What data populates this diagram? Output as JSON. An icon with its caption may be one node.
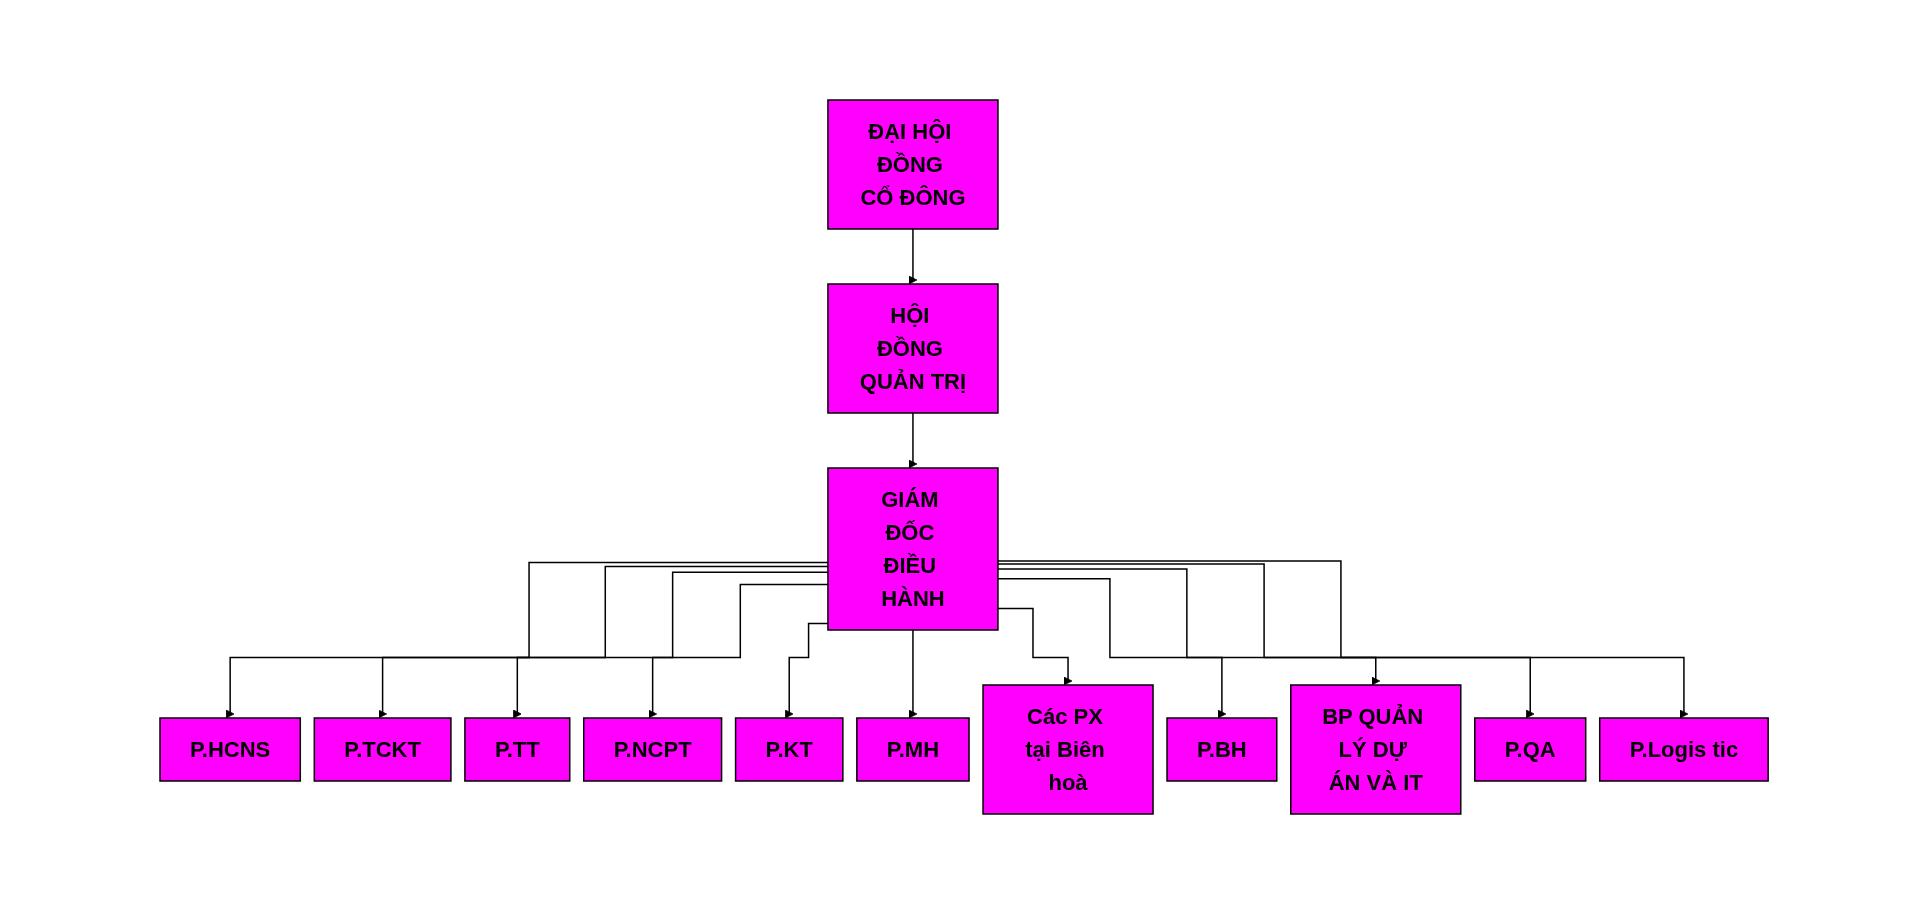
{
  "diagram": {
    "nodes": [
      {
        "text": [
          "ĐẠI HỘI ĐỒNG CỔ ĐÔNG"
        ]
      },
      {
        "text": [
          "HỘI ĐỒNG QUẢN TRỊ"
        ]
      },
      {
        "text": [
          "GIÁM ĐỐC ĐIỀU HÀNH"
        ]
      },
      {
        "text": [
          "P.HCNS"
        ]
      },
      {
        "text": [
          "P.TCKT"
        ]
      },
      {
        "text": [
          "P.TT"
        ]
      },
      {
        "text": [
          "P.NCPT"
        ]
      },
      {
        "text": [
          "P.KT"
        ]
      },
      {
        "text": [
          "P.MH"
        ]
      },
      {
        "text": [
          "Các PX tại Biên hoà"
        ]
      },
      {
        "text": [
          "P.BH"
        ]
      },
      {
        "text": [
          "BP QUẢN LÝ DỰ ÁN VÀ IT"
        ]
      },
      {
        "text": [
          "P.QA"
        ]
      },
      {
        "text": [
          "P.Logis tic"
        ]
      }
    ],
    "edges": [
      {
        "from": 0,
        "to": 1,
        "arrow": "to"
      },
      {
        "from": 1,
        "to": 2,
        "arrow": "to"
      },
      {
        "from": 2,
        "to": 3,
        "arrow": "to"
      },
      {
        "from": 2,
        "to": 4,
        "arrow": "to"
      },
      {
        "from": 2,
        "to": 5,
        "arrow": "to"
      },
      {
        "from": 2,
        "to": 6,
        "arrow": "to"
      },
      {
        "from": 2,
        "to": 7,
        "arrow": "to"
      },
      {
        "from": 2,
        "to": 8,
        "arrow": "to"
      },
      {
        "from": 2,
        "to": 9,
        "arrow": "to"
      },
      {
        "from": 2,
        "to": 10,
        "arrow": "to"
      },
      {
        "from": 2,
        "to": 11,
        "arrow": "to"
      },
      {
        "from": 2,
        "to": 12,
        "arrow": "to"
      },
      {
        "from": 2,
        "to": 13,
        "arrow": "to"
      }
    ]
  }
}
